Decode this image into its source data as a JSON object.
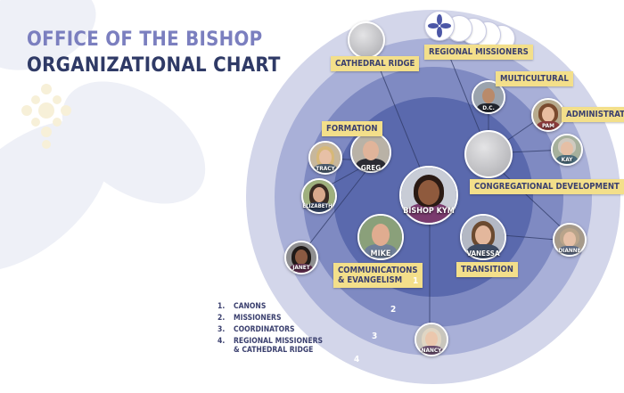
{
  "title": {
    "line1": "OFFICE OF THE BISHOP",
    "line2": "ORGANIZATIONAL CHART"
  },
  "colors": {
    "title_light": "#7b7fbf",
    "title_dark": "#2f3a66",
    "label_bg": "#f3df8a",
    "ring1": "#5a69ad",
    "ring2": "#7f8ac2",
    "ring3": "#a9b0d8",
    "ring4": "#d3d6ea"
  },
  "labels": {
    "cathedral_ridge": "CATHEDRAL RIDGE",
    "regional_missioners": "REGIONAL MISSIONERS",
    "multicultural": "MULTICULTURAL",
    "administration": "ADMINISTRATION",
    "formation": "FORMATION",
    "congregational_development": "CONGREGATIONAL DEVELOPMENT",
    "communications_line1": "COMMUNICATIONS",
    "communications_line2": "& EVANGELISM",
    "transition": "TRANSITION"
  },
  "people": {
    "bishop": "BISHOP KYM",
    "greg": "GREG",
    "tracy": "TRACY",
    "elizabeth": "ELIZABETH",
    "janet": "JANET",
    "mike": "MIKE",
    "vanessa": "VANESSA",
    "dc": "D.C.",
    "pam": "PAM",
    "kay": "KAY",
    "dianne": "DIANNE",
    "nancy": "NANCY"
  },
  "ring_numbers": [
    "1",
    "2",
    "3",
    "4"
  ],
  "legend": [
    {
      "num": "1.",
      "text": "CANONS"
    },
    {
      "num": "2.",
      "text": "MISSIONERS"
    },
    {
      "num": "3.",
      "text": "COORDINATORS"
    },
    {
      "num": "4.",
      "text_line1": "REGIONAL MISSIONERS",
      "text_line2": "& CATHEDRAL RIDGE"
    }
  ]
}
